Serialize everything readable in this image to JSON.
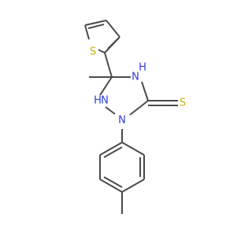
{
  "molecule": {
    "atoms": {
      "S_thiophene": {
        "symbol": "S",
        "color": "#c6b10d"
      },
      "S_thione": {
        "symbol": "S",
        "color": "#c6b10d"
      },
      "N4": {
        "symbol": "N",
        "sub": "H",
        "color": "#2f3bd6"
      },
      "N1": {
        "symbol": "N",
        "sub": "H",
        "color": "#2f3bd6"
      },
      "N2": {
        "symbol": "N",
        "color": "#2f3bd6"
      }
    },
    "bond_color": "#4a4a4a"
  }
}
